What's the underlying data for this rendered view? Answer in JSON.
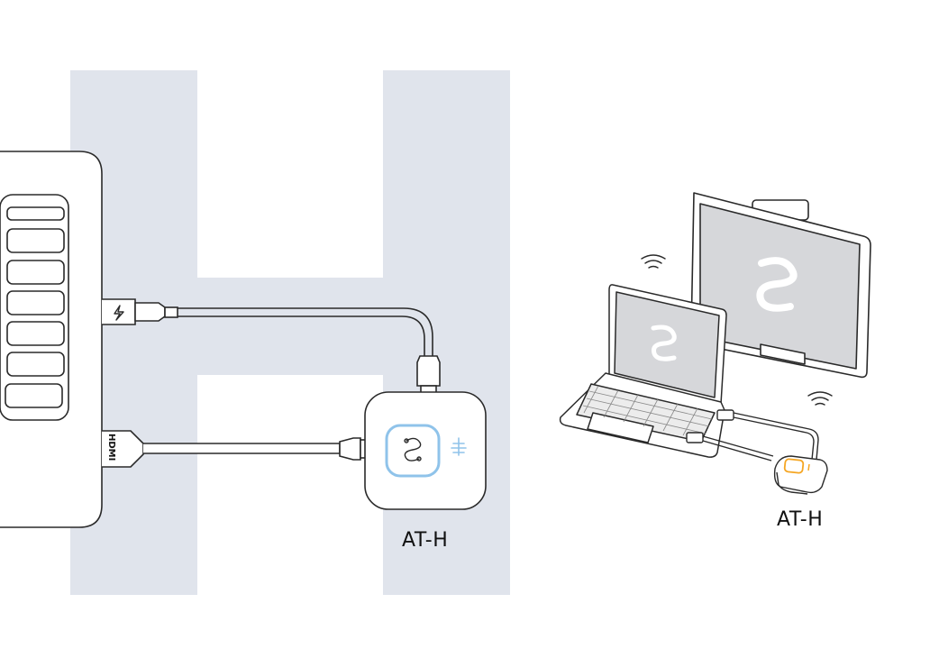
{
  "labels": {
    "left_device": "AT-H",
    "right_device": "AT-H",
    "hdmi_port": "HDMI"
  },
  "colors": {
    "background_letter": "#e0e4ec",
    "stroke": "#2a2a2a",
    "accent_left": "#8fc3ea",
    "accent_right": "#f5a623",
    "screen_fill": "#d6d7da"
  },
  "icons": {
    "power_port": "lightning-icon",
    "wifi_left": "wifi-icon",
    "wifi_right": "wifi-icon",
    "logo": "app-logo-icon",
    "mic": "mic-icon"
  }
}
